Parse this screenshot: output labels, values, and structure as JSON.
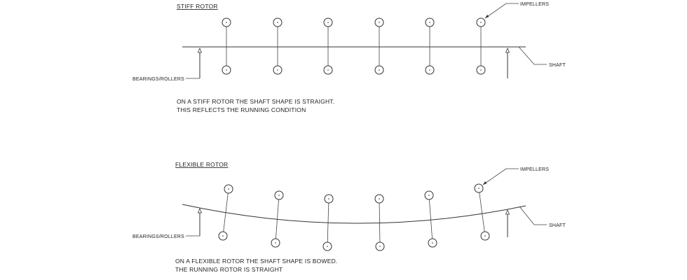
{
  "stiff": {
    "title": "STIFF ROTOR",
    "impellers_label": "IMPELLERS",
    "shaft_label": "SHAFT",
    "bearings_label": "BEARINGS/ROLLERS",
    "note_line1": "ON A STIFF ROTOR THE SHAFT SHAPE IS STRAIGHT.",
    "note_line2": "THIS REFLECTS THE RUNNING CONDITION"
  },
  "flexible": {
    "title": "FLEXIBLE ROTOR",
    "impellers_label": "IMPELLERS",
    "shaft_label": "SHAFT",
    "bearings_label": "BEARINGS/ROLLERS",
    "note_line1": "ON A FLEXIBLE ROTOR THE SHAFT SHAPE IS BOWED.",
    "note_line2": "THE RUNNING ROTOR IS STRAIGHT"
  }
}
